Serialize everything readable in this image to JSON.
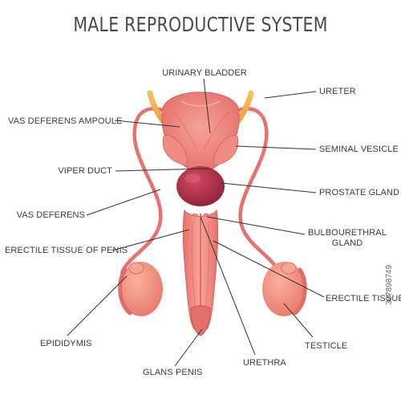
{
  "title": "MALE REPRODUCTIVE SYSTEM",
  "labels": {
    "urinary_bladder": "URINARY BLADDER",
    "ureter": "URETER",
    "vas_deferens_ampoule": "VAS DEFERENS AMPOULE",
    "seminal_vesicle": "SEMINAL VESICLE",
    "viper_duct": "VIPER DUCT",
    "prostate_gland": "PROSTATE GLAND",
    "vas_deferens": "VAS DEFERENS",
    "bulbourethral_line1": "BULBOURETHRAL",
    "bulbourethral_line2": "GLAND",
    "erectile_tissue_of_penis": "ERECTILE TISSUE OF PENIS",
    "erectile_tissue": "ERECTILE TISSUE",
    "epididymis": "EPIDIDYMIS",
    "testicle": "TESTICLE",
    "glans_penis": "GLANS PENIS",
    "urethra": "URETHRA"
  },
  "watermark": "307898749",
  "colors": {
    "title": "#4a4a4a",
    "label": "#3c3c3c",
    "leader": "#333333",
    "tissue": "#f08a84",
    "tissue_dark": "#d9605c",
    "prostate": "#b5344a",
    "ureter": "#f1a640",
    "testicle": "#f4927c"
  }
}
